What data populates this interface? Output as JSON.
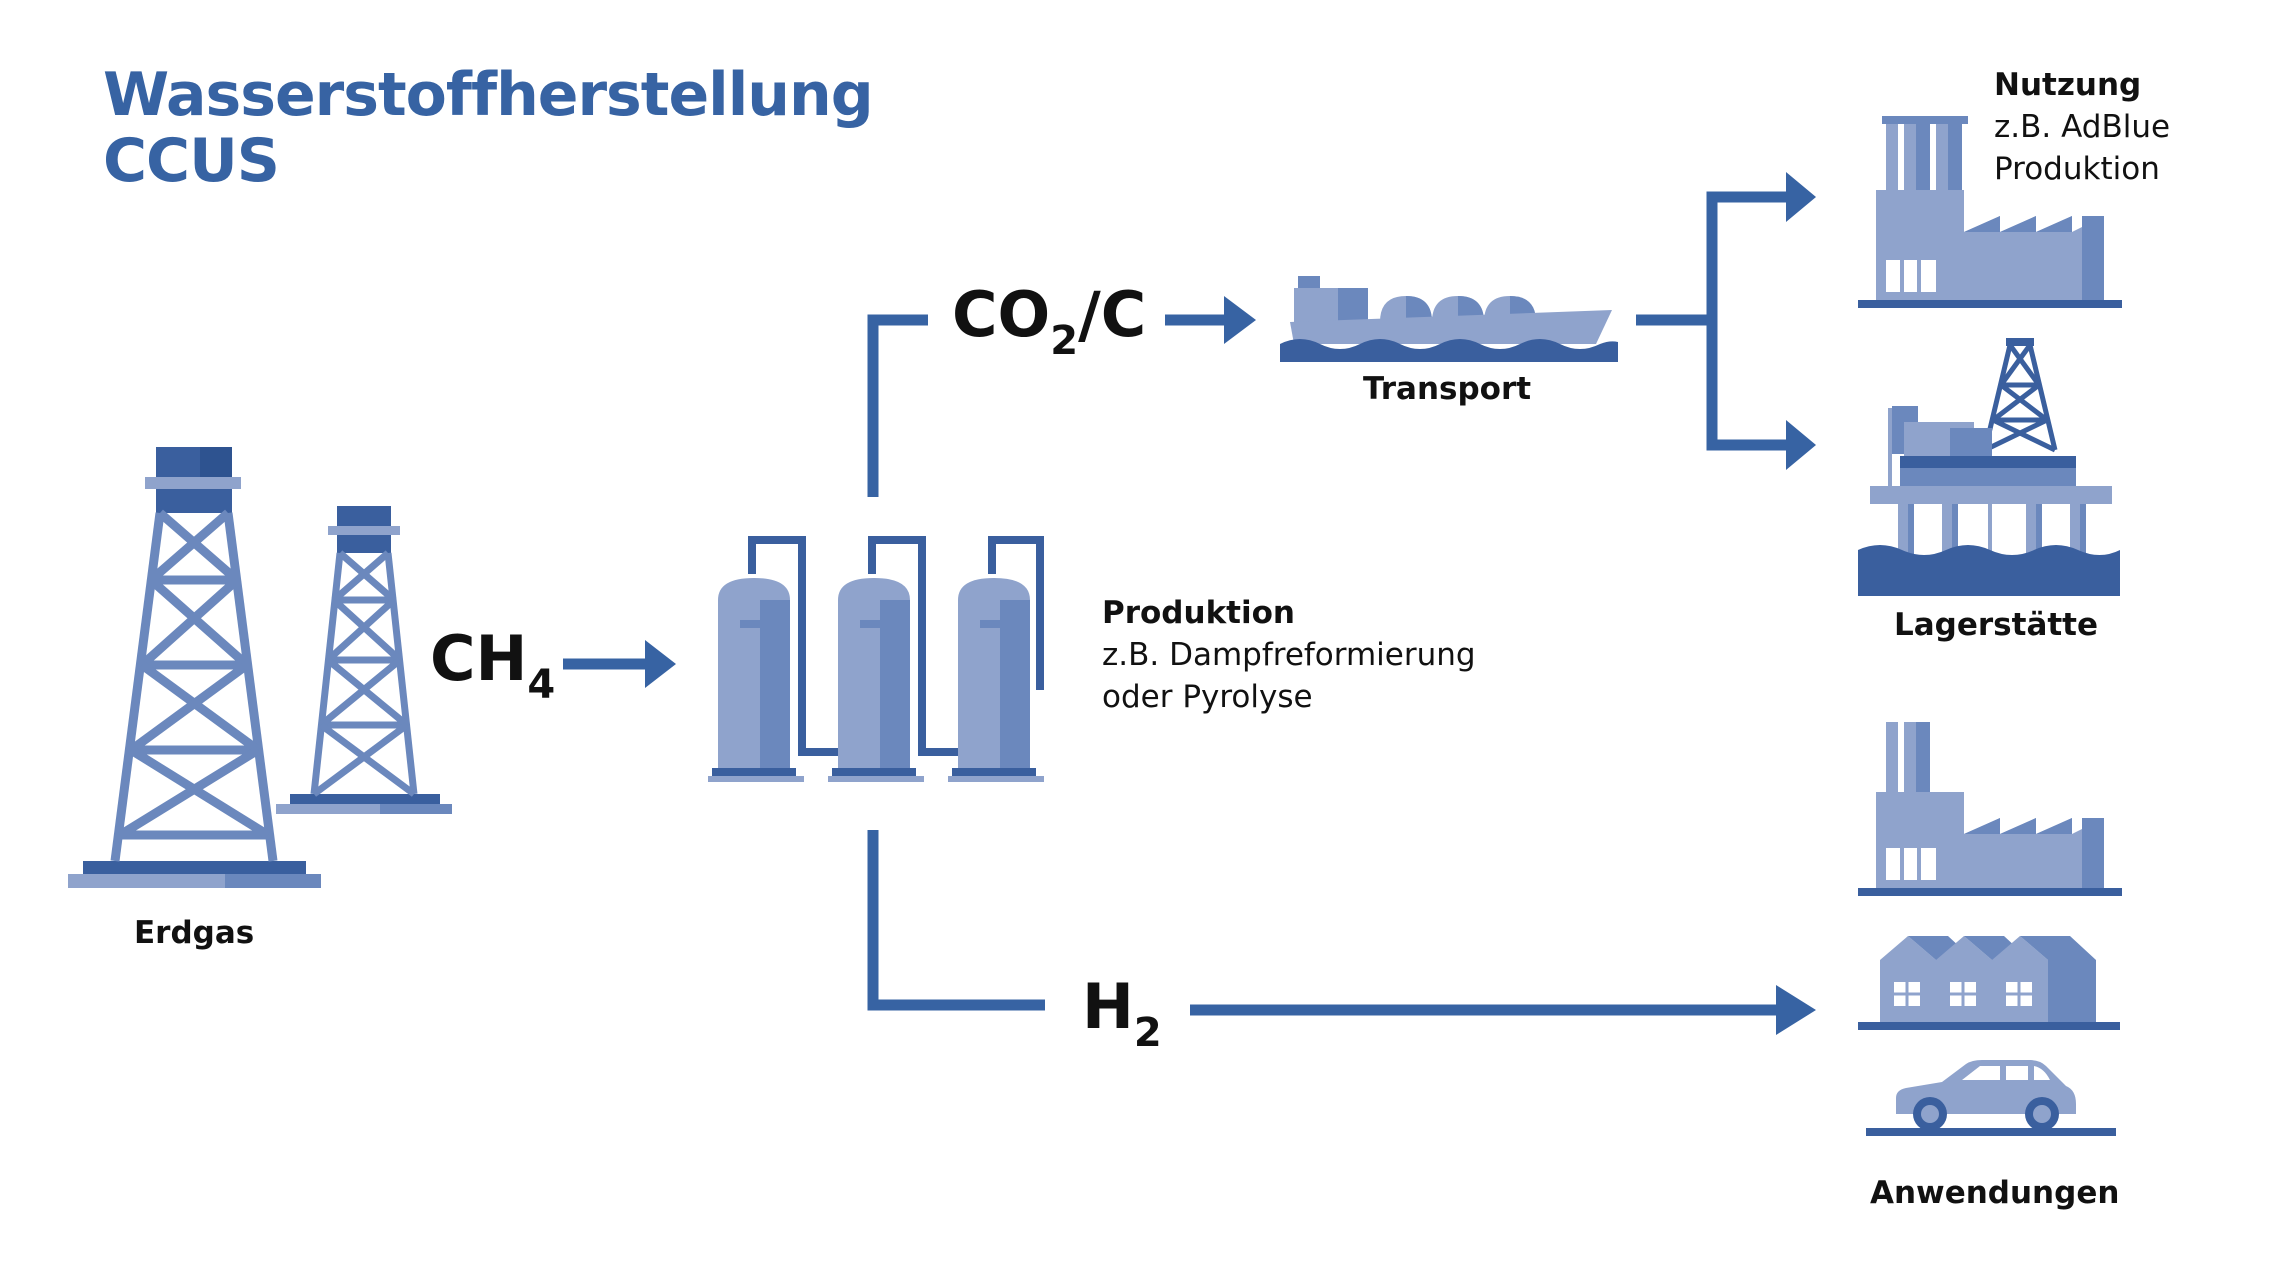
{
  "title": {
    "line1": "Wasserstoffherstellung",
    "line2": "CCUS"
  },
  "labels": {
    "erdgas": "Erdgas",
    "transport": "Transport",
    "produktion_title": "Produktion",
    "produktion_line1": "z.B. Dampfreformierung",
    "produktion_line2": "oder Pyrolyse",
    "nutzung_title": "Nutzung",
    "nutzung_line1": "z.B. AdBlue",
    "nutzung_line2": "Produktion",
    "lagerstaette": "Lagerstätte",
    "anwendungen": "Anwendungen"
  },
  "chemicals": {
    "ch4_base": "CH",
    "ch4_sub": "4",
    "co2_base": "CO",
    "co2_sub": "2",
    "co2_suffix": "/C",
    "h2_base": "H",
    "h2_sub": "2"
  },
  "icons": [
    "drilling-rig-icon",
    "reactor-tanks-icon",
    "ship-icon",
    "factory-icon",
    "offshore-platform-icon",
    "houses-icon",
    "car-icon"
  ],
  "colors": {
    "title": "#3763a3",
    "line": "#3763a3",
    "icon_light": "#8fa3cc",
    "icon_mid": "#6b88bd",
    "icon_dark": "#3a5f9e"
  }
}
